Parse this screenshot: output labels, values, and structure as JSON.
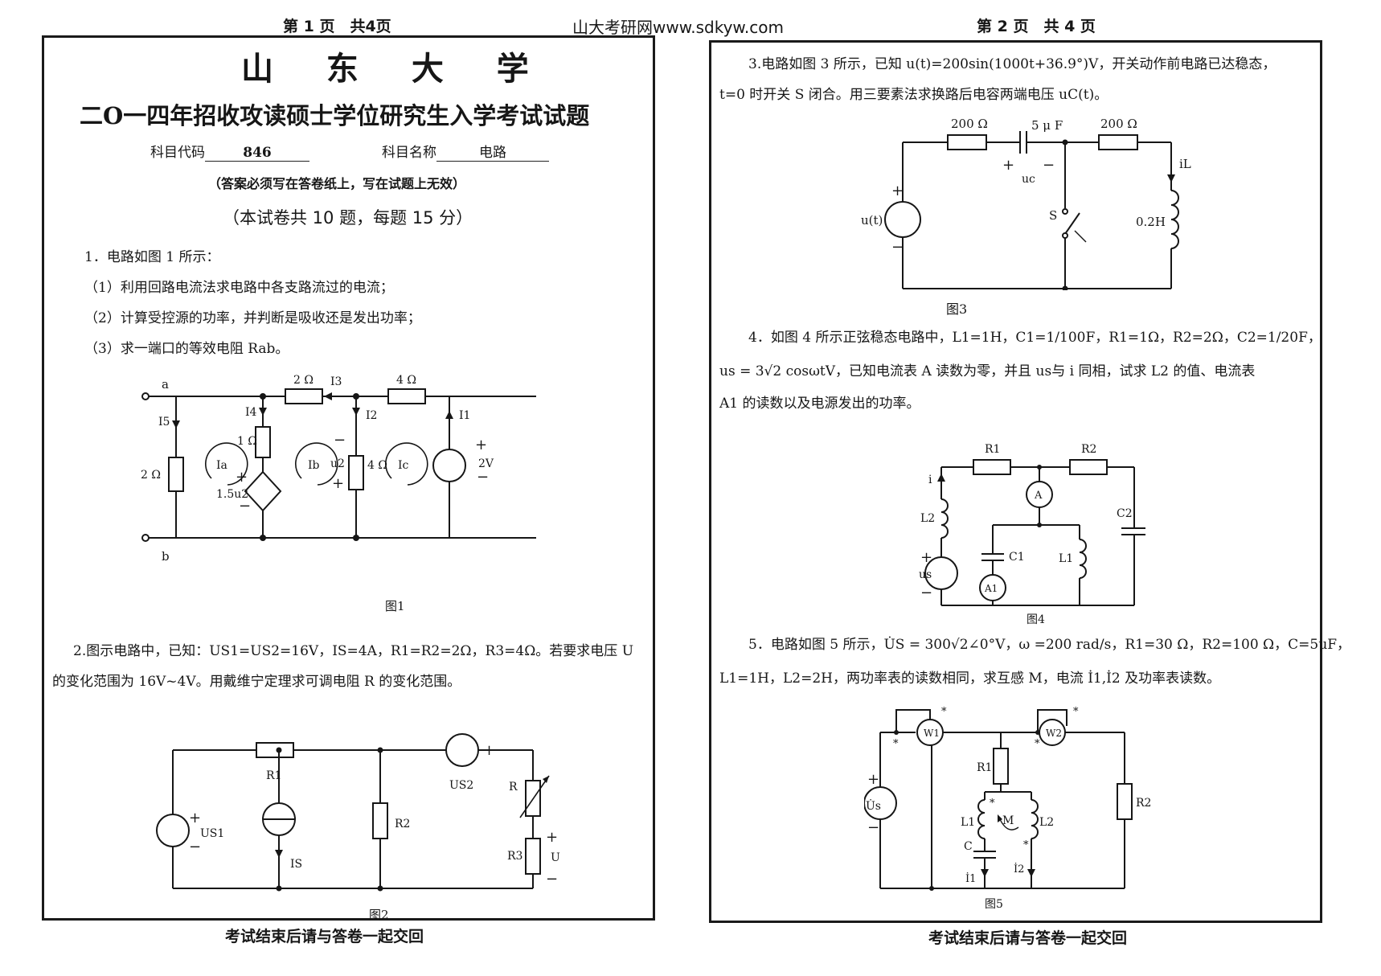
{
  "header": {
    "left_page": "第 1 页　共4页",
    "site": "山大考研网www.sdkyw.com",
    "right_page": "第 2 页　共 4 页"
  },
  "page1": {
    "university": "山 东 大 学",
    "exam_title": "二O一四年招收攻读硕士学位研究生入学考试试题",
    "code_label": "科目代码",
    "code_value": "846",
    "name_label": "科目名称",
    "name_value": "电路",
    "notice": "（答案必须写在答卷纸上，写在试题上无效）",
    "count": "（本试卷共 10 题，每题 15 分）",
    "q1_intro": "1．电路如图 1 所示：",
    "q1_1": "（1）利用回路电流法求电路中各支路流过的电流；",
    "q1_2": "（2）计算受控源的功率，并判断是吸收还是发出功率；",
    "q1_3": "（3）求一端口的等效电阻 Rab。",
    "q2_line1": "2.图示电路中，已知：US1=US2=16V，IS=4A，R1=R2=2Ω，R3=4Ω。若要求电压 U",
    "q2_line2": "的变化范围为 16V~4V。用戴维宁定理求可调电阻 R 的变化范围。"
  },
  "page2": {
    "q3_line1": "3.电路如图 3 所示，已知 u(t)=200sin(1000t+36.9°)V，开关动作前电路已达稳态，",
    "q3_line2": "t=0 时开关 S 闭合。用三要素法求换路后电容两端电压 uC(t)。",
    "q4_line1": "4．如图 4 所示正弦稳态电路中，L1=1H，C1=1/100F，R1=1Ω，R2=2Ω，C2=1/20F，",
    "q4_line2": "us = 3√2 cosωtV，已知电流表 A 读数为零，并且 us与 i 同相，试求 L2 的值、电流表",
    "q4_line3": "A1 的读数以及电源发出的功率。",
    "q5_line1": "5．电路如图 5 所示，U̇S = 300√2∠0°V，ω =200 rad/s，R1=30 Ω，R2=100 Ω，C=5μF，",
    "q5_line2": "L1=1H，L2=2H，两功率表的读数相同，求互感 M，电流 İ1,İ2 及功率表读数。"
  },
  "fig1": {
    "caption": "图1",
    "a": "a",
    "b": "b",
    "r_2a": "2 Ω",
    "i3": "I3",
    "r_4": "4 Ω",
    "i4": "I4",
    "i2": "I2",
    "i1": "I1",
    "i5": "I5",
    "r_1": "1 Ω",
    "r_2b": "2 Ω",
    "ia": "Ia",
    "ib": "Ib",
    "ic": "Ic",
    "u2": "u2",
    "r_4b": "4 Ω",
    "dep": "1.5u2",
    "src": "2V",
    "plus": "+",
    "minus": "−"
  },
  "fig2": {
    "caption": "图2",
    "r1": "R1",
    "us1": "US1",
    "is": "IS",
    "r2": "R2",
    "us2": "US2",
    "r": "R",
    "r3": "R3",
    "u": "U",
    "plus": "+",
    "minus": "−"
  },
  "fig3": {
    "caption": "图3",
    "r_left": "200 Ω",
    "cap": "5 μ F",
    "r_right": "200 Ω",
    "il": "iL",
    "ut": "u(t)",
    "uc": "uc",
    "s": "S",
    "ind": "0.2H",
    "plus": "+",
    "minus": "−"
  },
  "fig4": {
    "caption": "图4",
    "r1": "R1",
    "r2": "R2",
    "i": "i",
    "a": "A",
    "l2": "L2",
    "c1": "C1",
    "l1": "L1",
    "c2": "C2",
    "us": "us",
    "a1": "A1",
    "plus": "+",
    "minus": "−"
  },
  "fig5": {
    "caption": "图5",
    "w1": "W1",
    "w2": "W2",
    "r1": "R1",
    "r2": "R2",
    "us": "U̇s",
    "l1": "L1",
    "l2": "L2",
    "m": "M",
    "c": "C",
    "i1": "İ1",
    "i2": "İ2",
    "star": "*",
    "plus": "+",
    "minus": "−"
  },
  "footer": {
    "left": "考试结束后请与答卷一起交回",
    "right": "考试结束后请与答卷一起交回"
  }
}
